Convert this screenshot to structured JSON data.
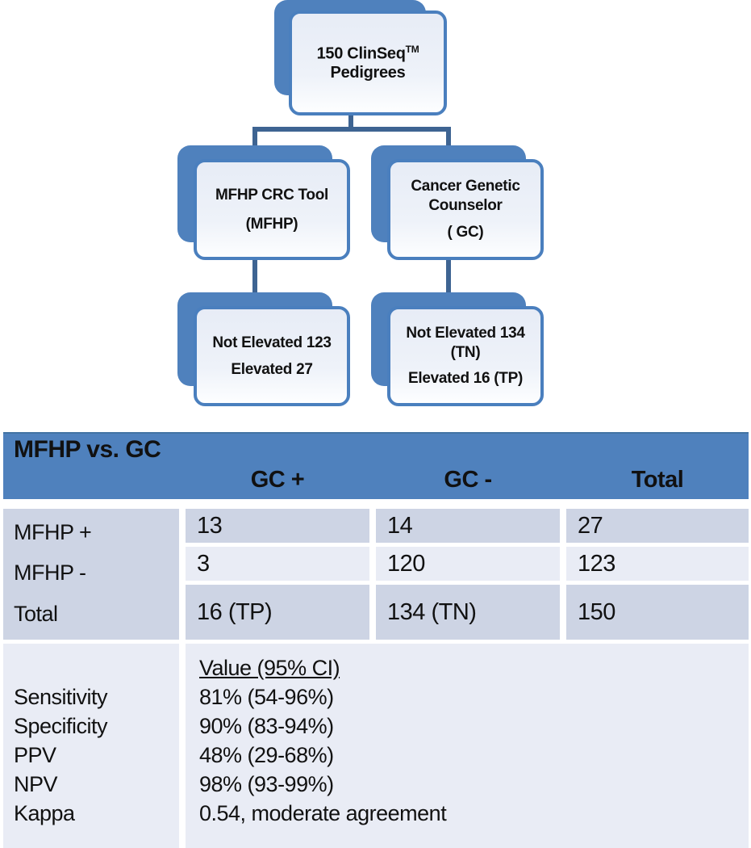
{
  "colors": {
    "accent": "#4f81bd",
    "accent-top": "#4273a3",
    "connector": "#3e6492",
    "card-border": "#4a7fbe",
    "row-dark": "#cdd4e4",
    "row-light": "#e9ecf5",
    "ink": "#111111"
  },
  "flowchart": {
    "root": {
      "prefix": "150 ClinSeq",
      "sup": "TM",
      "suffix": " Pedigrees"
    },
    "mfhp": {
      "line1": "MFHP CRC Tool",
      "line2": "(MFHP)"
    },
    "gc": {
      "line1": "Cancer Genetic Counselor",
      "line2": "( GC)"
    },
    "mfhp_result": {
      "line1": "Not Elevated 123",
      "line2": "Elevated 27"
    },
    "gc_result": {
      "line1": "Not Elevated 134 (TN)",
      "line2": "Elevated 16 (TP)"
    }
  },
  "table": {
    "title": "MFHP vs. GC",
    "col_headers": [
      "GC +",
      "GC -",
      "Total"
    ],
    "rows": [
      {
        "label": "MFHP +",
        "cells": [
          "13",
          "14",
          "27"
        ]
      },
      {
        "label": "MFHP -",
        "cells": [
          "3",
          "120",
          "123"
        ]
      },
      {
        "label": "Total",
        "cells": [
          "16 (TP)",
          "134 (TN)",
          "150"
        ]
      }
    ],
    "stats": {
      "value_header": "Value (95% CI)",
      "items": [
        {
          "label": "Sensitivity",
          "value": "81% (54-96%)"
        },
        {
          "label": "Specificity",
          "value": "90% (83-94%)"
        },
        {
          "label": "PPV",
          "value": "48% (29-68%)"
        },
        {
          "label": "NPV",
          "value": "98% (93-99%)"
        },
        {
          "label": "Kappa",
          "value": "0.54, moderate agreement"
        }
      ]
    }
  }
}
